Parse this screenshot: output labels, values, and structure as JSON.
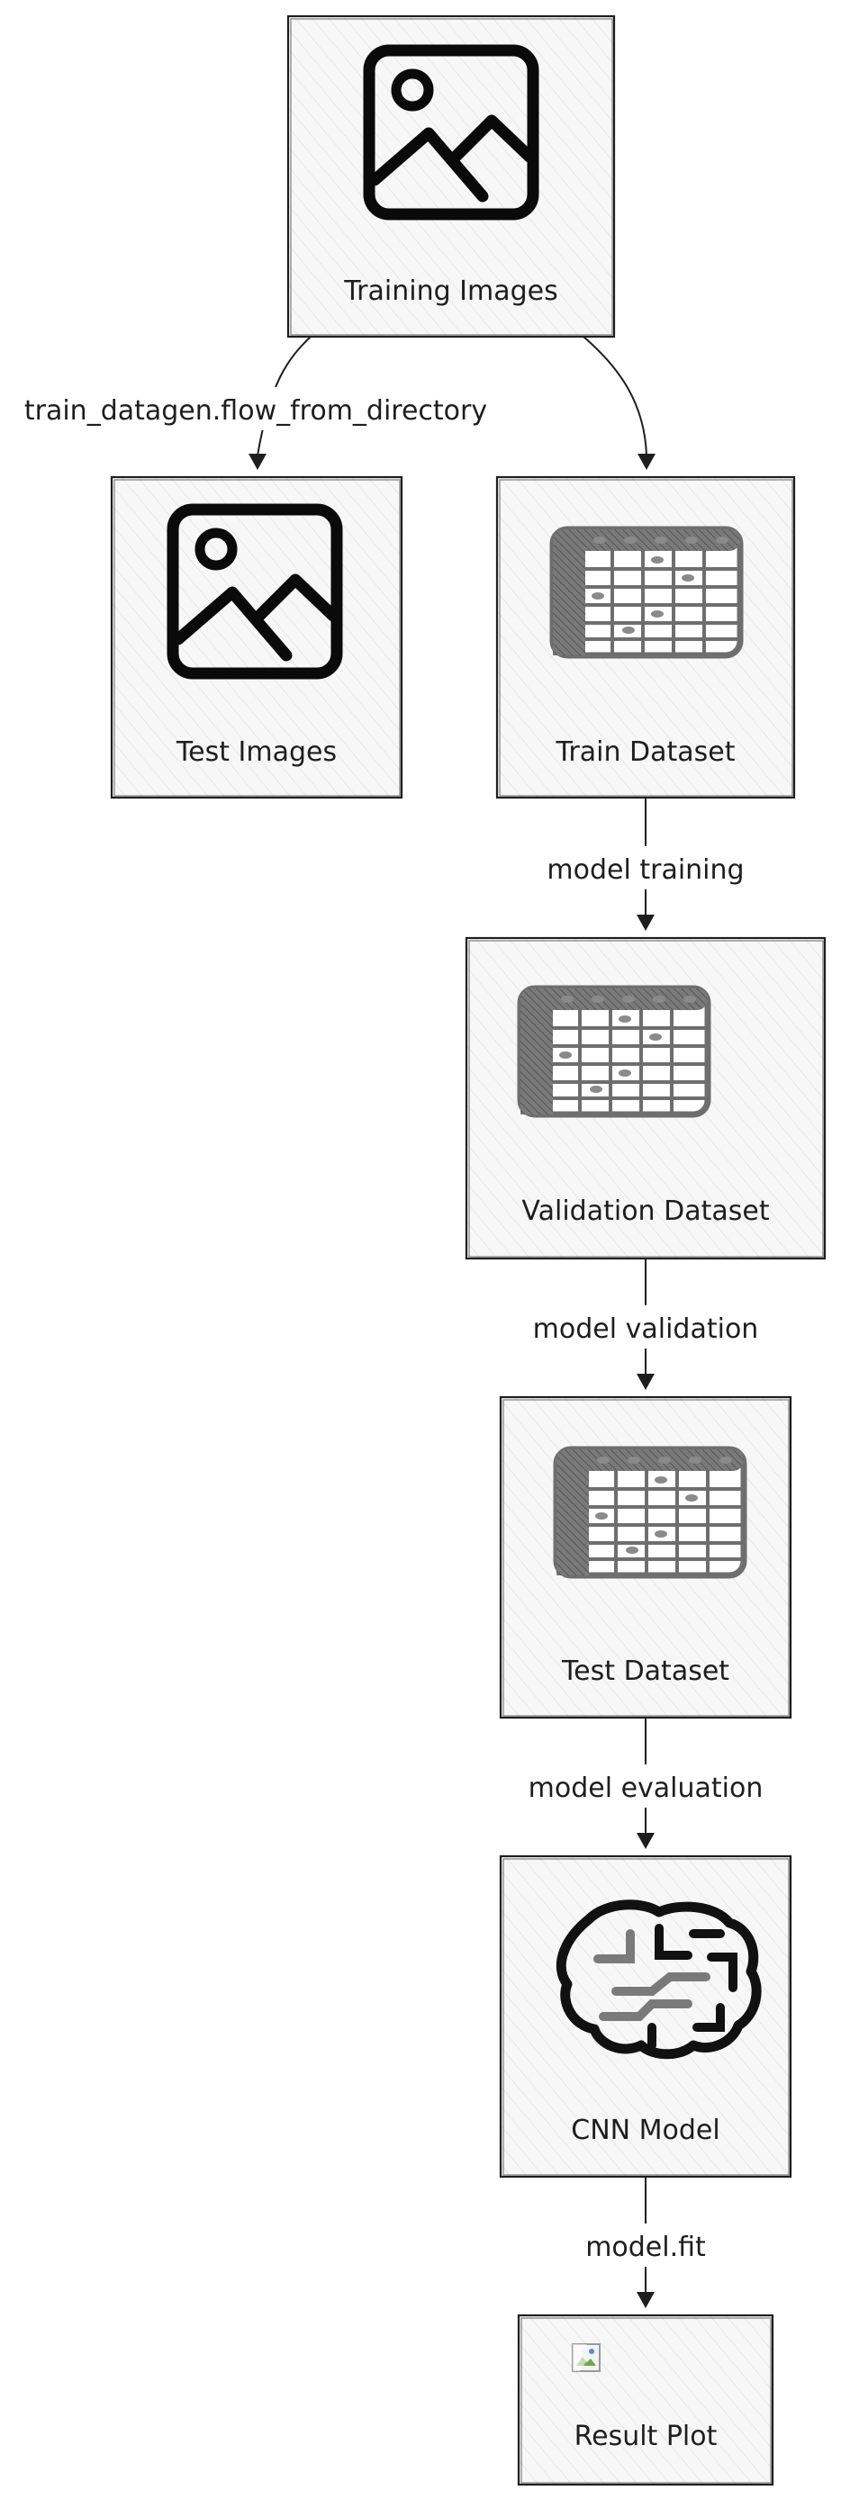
{
  "nodes": {
    "training_images": {
      "label": "Training Images",
      "icon": "image-icon"
    },
    "test_images": {
      "label": "Test Images",
      "icon": "image-icon"
    },
    "train_dataset": {
      "label": "Train Dataset",
      "icon": "table-icon"
    },
    "validation_dataset": {
      "label": "Validation Dataset",
      "icon": "table-icon"
    },
    "test_dataset": {
      "label": "Test Dataset",
      "icon": "table-icon"
    },
    "cnn_model": {
      "label": "CNN Model",
      "icon": "brain-icon"
    },
    "result_plot": {
      "label": "Result Plot",
      "icon": "broken-image-icon"
    }
  },
  "edges": {
    "flow_from_directory": {
      "label": "train_datagen.flow_from_directory"
    },
    "model_training": {
      "label": "model training"
    },
    "model_validation": {
      "label": "model validation"
    },
    "model_evaluation": {
      "label": "model evaluation"
    },
    "model_fit": {
      "label": "model.fit"
    }
  }
}
